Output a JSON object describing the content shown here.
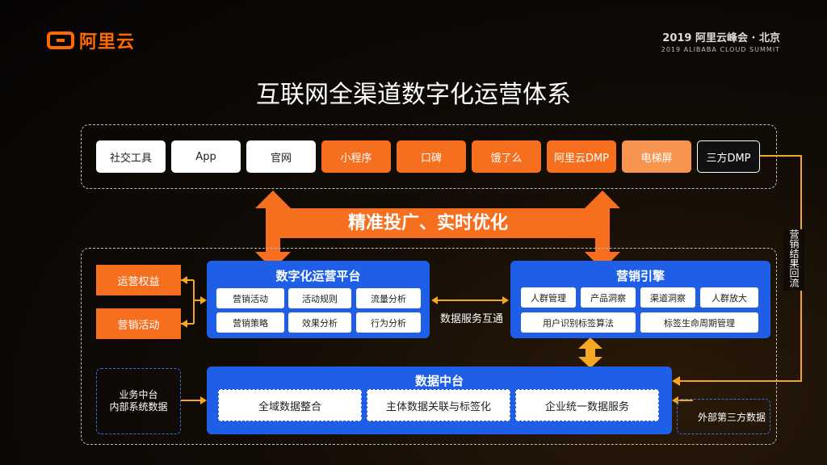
{
  "header": {
    "logo_text": "阿里云",
    "summit_main": "2019 阿里云峰会 · 北京",
    "summit_sub": "2019 ALIBABA CLOUD SUMMIT"
  },
  "title": "互联网全渠道数字化运营体系",
  "channels": [
    "社交工具",
    "App",
    "官网",
    "小程序",
    "口碑",
    "饿了么",
    "阿里云DMP",
    "电梯屏",
    "三方DMP"
  ],
  "banner": "精准投广、实时优化",
  "feedback_label": "营销结果回流",
  "left_actions": [
    "运营权益",
    "营销活动"
  ],
  "digital_platform": {
    "title": "数字化运营平台",
    "items": [
      "营销活动",
      "活动规则",
      "流量分析",
      "营销策略",
      "效果分析",
      "行为分析"
    ]
  },
  "interop_label": "数据服务互通",
  "marketing_engine": {
    "title": "营销引擎",
    "row1": [
      "人群管理",
      "产品洞察",
      "渠道洞察",
      "人群放大"
    ],
    "row2": [
      "用户识别标签算法",
      "标签生命周期管理"
    ]
  },
  "data_middle": {
    "title": "数据中台",
    "items": [
      "全域数据整合",
      "主体数据关联与标签化",
      "企业统一数据服务"
    ]
  },
  "internal_data": "业务中台\n内部系统数据",
  "external_data": "外部第三方数据",
  "colors": {
    "orange": "#f56f1f",
    "blue": "#1f5fe8",
    "yellow": "#f5a623"
  }
}
